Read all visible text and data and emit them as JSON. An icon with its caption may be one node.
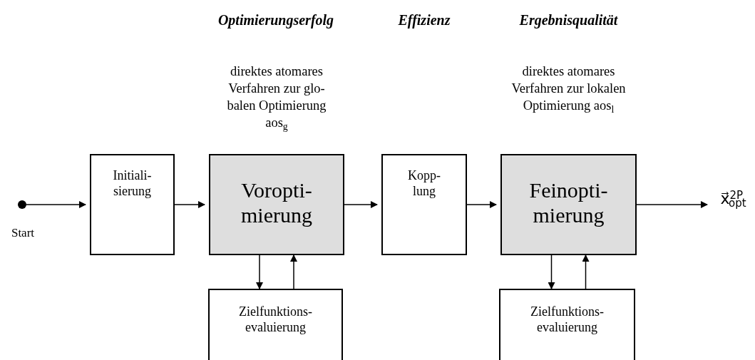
{
  "diagram": {
    "nodes": [
      {
        "text": [],
        "shape": "circle",
        "beside": [
          "Start"
        ]
      },
      {
        "text": [
          "Initiali- sierung"
        ]
      },
      {
        "text": [
          "Voropti- mierung"
        ],
        "beside": [
          "direktes atomares Verfahren zur glo- balen Optimierung aos$_{g}$"
        ]
      },
      {
        "text": [
          "Kopp- lung"
        ]
      },
      {
        "text": [
          "Feinopti- mierung"
        ],
        "beside": [
          "direktes atomares Verfahren zur lokalen Optimierung aos$_{l}$"
        ]
      },
      {
        "text": [
          "Zielfunktions- evaluierung"
        ]
      },
      {
        "text": [
          "Zielfunktions- evaluierung"
        ]
      },
      {
        "text": [
          "x⃗$^{2P}$$_{opt}$"
        ]
      }
    ],
    "edges": [
      {
        "from": 0,
        "to": 1,
        "arrow": "to"
      },
      {
        "from": 1,
        "to": 2,
        "arrow": "to"
      },
      {
        "from": 2,
        "to": 3,
        "arrow": "to"
      },
      {
        "from": 3,
        "to": 4,
        "arrow": "to"
      },
      {
        "from": 4,
        "to": 7,
        "arrow": "to"
      },
      {
        "from": 2,
        "to": 5,
        "arrow": "to"
      },
      {
        "from": 5,
        "to": 2,
        "arrow": "to"
      },
      {
        "from": 4,
        "to": 6,
        "arrow": "to"
      },
      {
        "from": 6,
        "to": 4,
        "arrow": "to"
      }
    ],
    "labels": [
      "Optimierungserfolg",
      "Effizienz",
      "Ergebnisqualität"
    ]
  }
}
